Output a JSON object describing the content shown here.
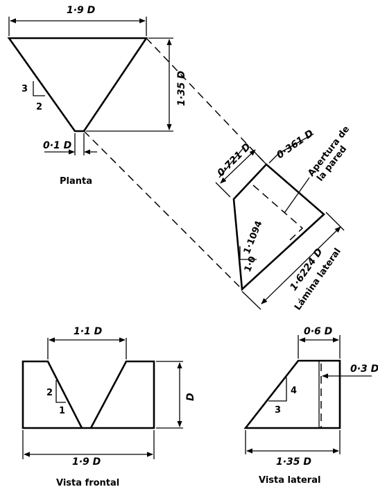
{
  "plan": {
    "width_label": "1·9 D",
    "depth_label": "1·35 D",
    "gap_label": "0·1 D",
    "slope_rise": "3",
    "slope_run": "2",
    "caption": "Planta"
  },
  "side_plate": {
    "top_dim": "0·721 D",
    "right_dim": "0·361 D",
    "diag_label": "1·1094",
    "base_label": "1·0",
    "length_dim": "1·6224 D",
    "opening_label_1": "Apertura de",
    "opening_label_2": "la pared",
    "caption": "Lámina lateral"
  },
  "front_view": {
    "top_dim": "1·1 D",
    "height_dim": "D",
    "width_dim": "1·9 D",
    "slope_rise": "2",
    "slope_run": "1",
    "caption": "Vista frontal"
  },
  "side_view": {
    "top_dim": "0·6 D",
    "offset_dim": "0·3 D",
    "width_dim": "1·35 D",
    "slope_rise": "4",
    "slope_run": "3",
    "caption": "Vista lateral"
  }
}
